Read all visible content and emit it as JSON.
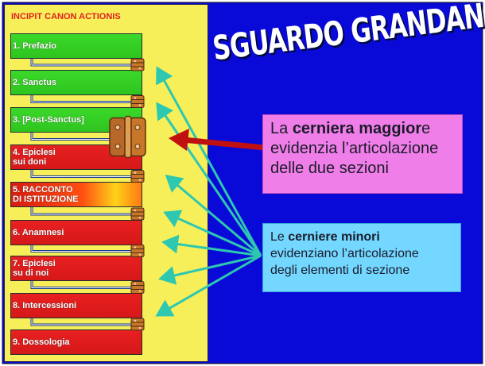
{
  "panel": {
    "title": "INCIPIT CANON ACTIONIS",
    "sections": [
      {
        "label": "1. Prefazio",
        "color": "green"
      },
      {
        "label": "2. Sanctus",
        "color": "green"
      },
      {
        "label": "3. [Post-Sanctus]",
        "color": "green"
      },
      {
        "label": "4. Epiclesi\nsui doni",
        "color": "red"
      },
      {
        "label": "5. RACCONTO\nDI ISTITUZIONE",
        "color": "fire"
      },
      {
        "label": "6. Anamnesi",
        "color": "red"
      },
      {
        "label": "7. Epiclesi\nsu di noi",
        "color": "red"
      },
      {
        "label": "8. Intercessioni",
        "color": "red"
      },
      {
        "label": "9. Dossologia",
        "color": "red"
      }
    ]
  },
  "title": "SGUARDO GRANDANGOLARE",
  "callout_major": {
    "bold_a": "cerniera maggior",
    "pre": "La ",
    "post_e": "e",
    "line2": "evidenzia l’articolazione",
    "line3": "delle due sezioni"
  },
  "callout_minor": {
    "pre": "Le ",
    "bold": "cerniere minori",
    "line2": "evidenziano l’articolazione",
    "line3": "degli elementi di sezione"
  },
  "colors": {
    "background": "#0a0ad8",
    "panel": "#f7ef5a",
    "arrow_minor": "#2ec7b0",
    "arrow_major": "#c01010",
    "hinge": "#c8772a"
  },
  "icons": [
    "hinge-icon"
  ]
}
